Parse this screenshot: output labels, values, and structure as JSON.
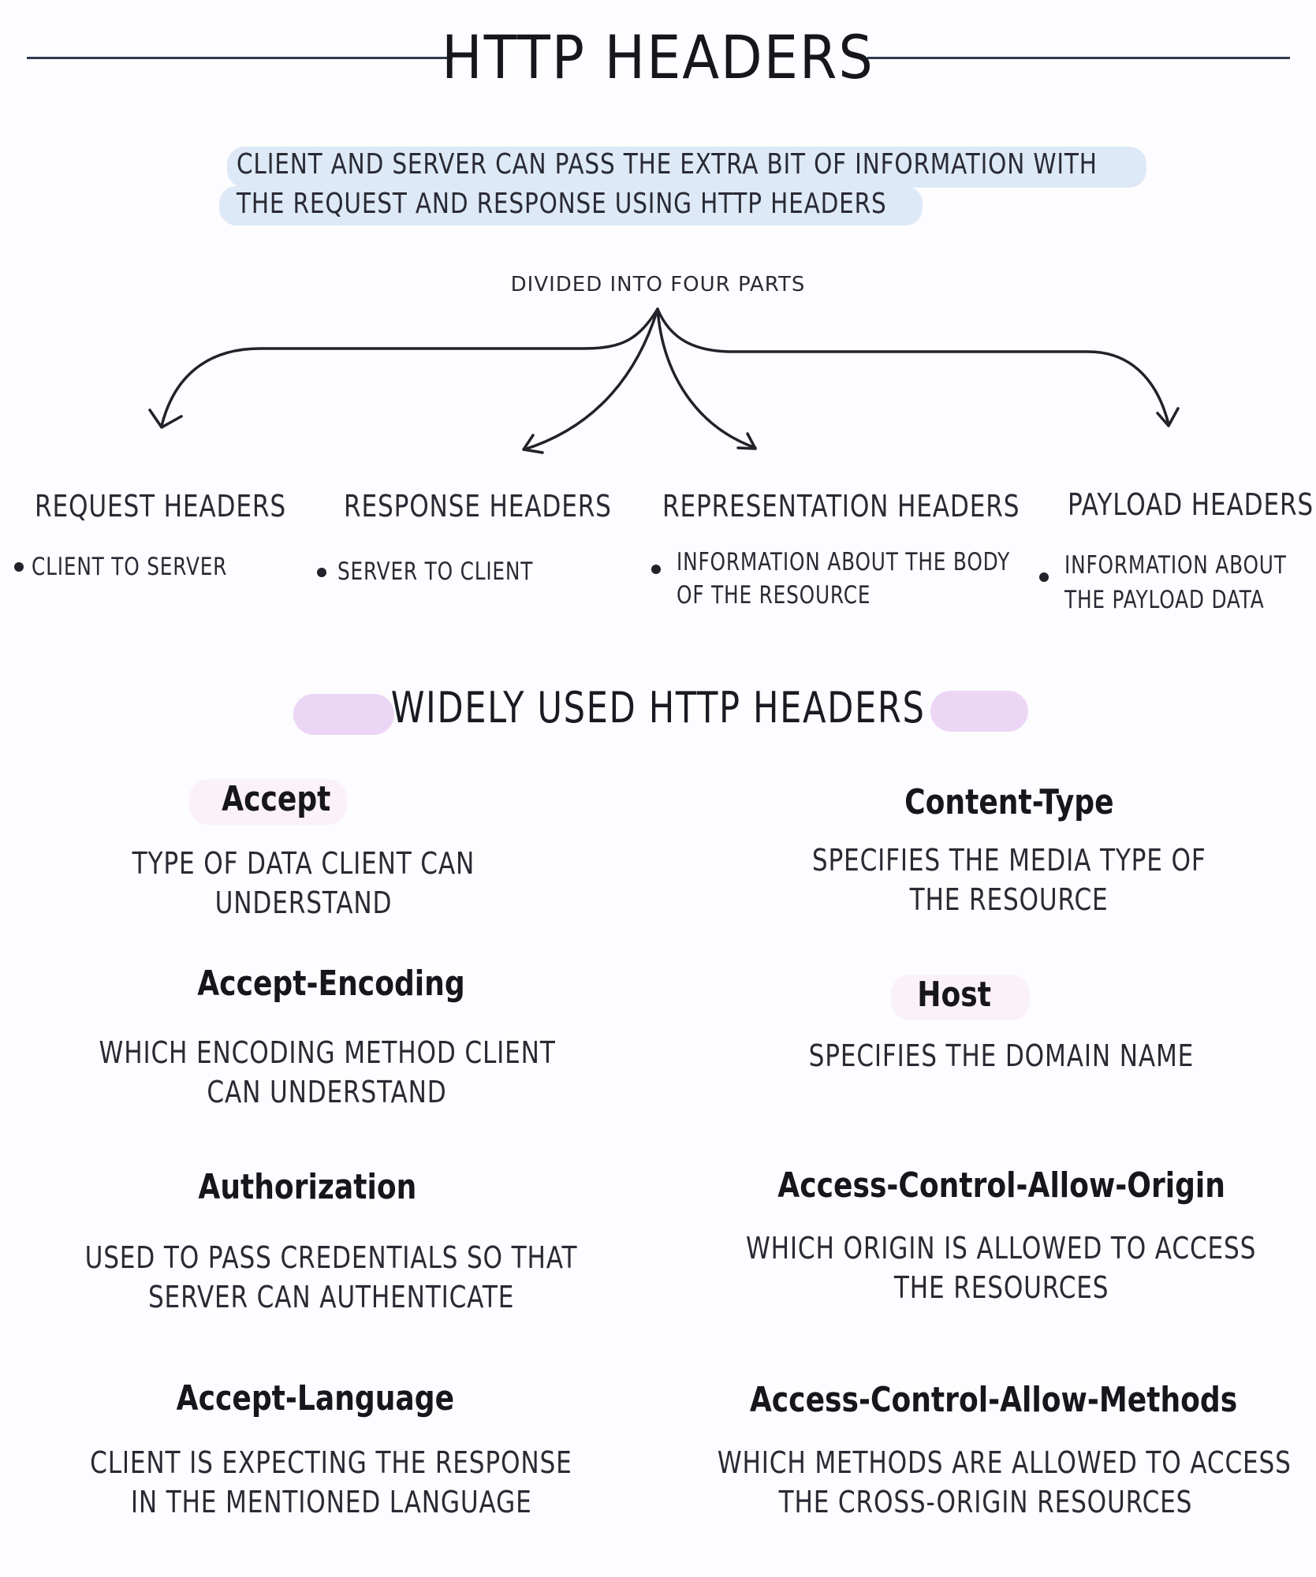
{
  "title": "HTTP HEADERS",
  "intro": {
    "line1": "CLIENT AND SERVER CAN PASS THE EXTRA BIT OF INFORMATION WITH",
    "line2": "THE REQUEST AND RESPONSE USING HTTP HEADERS"
  },
  "divided_label": "DIVIDED INTO FOUR PARTS",
  "parts": [
    {
      "title": "REQUEST HEADERS",
      "desc_line1": "CLIENT TO SERVER",
      "desc_line2": ""
    },
    {
      "title": "RESPONSE HEADERS",
      "desc_line1": "SERVER TO CLIENT",
      "desc_line2": ""
    },
    {
      "title": "REPRESENTATION HEADERS",
      "desc_line1": "INFORMATION ABOUT THE BODY",
      "desc_line2": "OF THE RESOURCE"
    },
    {
      "title": "PAYLOAD HEADERS",
      "desc_line1": "INFORMATION ABOUT",
      "desc_line2": "THE PAYLOAD DATA"
    }
  ],
  "widely_used_title": "WIDELY USED HTTP HEADERS",
  "headers": [
    {
      "name": "Accept",
      "line1": "TYPE OF DATA CLIENT CAN",
      "line2": "UNDERSTAND"
    },
    {
      "name": "Content-Type",
      "line1": "SPECIFIES THE MEDIA TYPE OF",
      "line2": "THE RESOURCE"
    },
    {
      "name": "Accept-Encoding",
      "line1": "WHICH ENCODING METHOD CLIENT",
      "line2": "CAN UNDERSTAND"
    },
    {
      "name": "Host",
      "line1": "SPECIFIES THE DOMAIN NAME",
      "line2": ""
    },
    {
      "name": "Authorization",
      "line1": "USED TO PASS CREDENTIALS SO THAT",
      "line2": "SERVER CAN AUTHENTICATE"
    },
    {
      "name": "Access-Control-Allow-Origin",
      "line1": "WHICH ORIGIN IS ALLOWED TO ACCESS",
      "line2": "THE RESOURCES"
    },
    {
      "name": "Accept-Language",
      "line1": "CLIENT IS EXPECTING THE RESPONSE",
      "line2": "IN THE MENTIONED LANGUAGE"
    },
    {
      "name": "Access-Control-Allow-Methods",
      "line1": "WHICH METHODS ARE ALLOWED TO ACCESS",
      "line2": "THE CROSS-ORIGIN RESOURCES"
    }
  ],
  "colors": {
    "intro_highlight": "#dde9f7",
    "pill": "#ecd6f6",
    "rule": "#2f3a4d"
  }
}
